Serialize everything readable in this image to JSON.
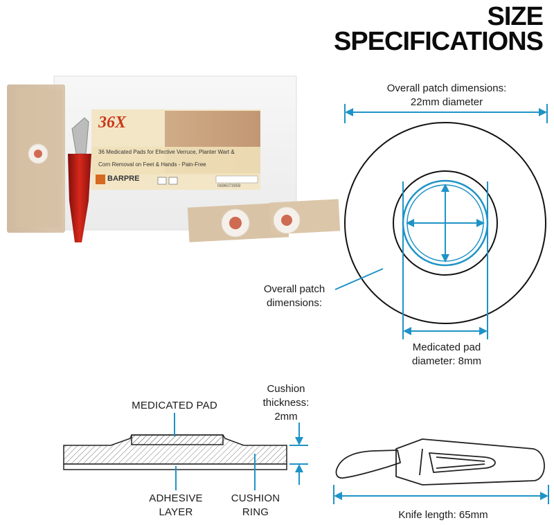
{
  "header": {
    "title_line1": "SIZE",
    "title_line2": "SPECIFICATIONS"
  },
  "product_box": {
    "badge": "36X",
    "description_line1": "36 Medicated Pads for Efective Verruce, Planter Wart &",
    "description_line2": "Corn Removal on Feet & Hands - Pain-Free",
    "brand": "BARPRE",
    "barcode_text": "0696073959"
  },
  "patch_diagram": {
    "overall_label_line1": "Overall patch dimensions:",
    "overall_label_line2": "22mm diameter",
    "side_label_line1": "Overall patch",
    "side_label_line2": "dimensions:",
    "pad_label_line1": "Medicated pad",
    "pad_label_line2": "diameter: 8mm",
    "accent_color": "#1f93c6"
  },
  "cross_section": {
    "medicated_pad_label": "MEDICATED PAD",
    "cushion_line1": "Cushion",
    "cushion_line2": "thickness:",
    "cushion_line3": "2mm",
    "adhesive_line1": "ADHESIVE",
    "adhesive_line2": "LAYER",
    "ring_line1": "CUSHION",
    "ring_line2": "RING"
  },
  "knife": {
    "length_label": "Knife length: 65mm"
  }
}
